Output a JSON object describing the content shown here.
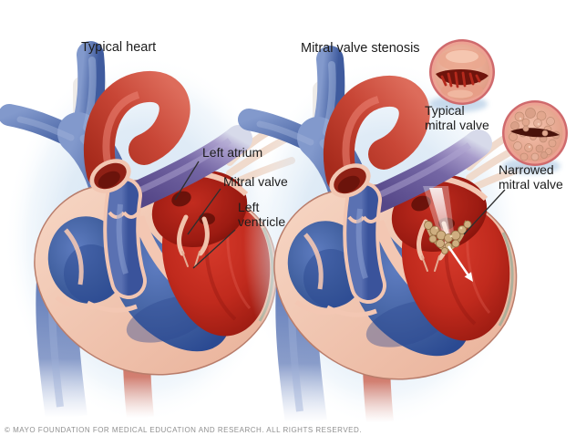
{
  "titles": {
    "left": "Typical heart",
    "right": "Mitral valve stenosis"
  },
  "labels": {
    "left_atrium": "Left atrium",
    "mitral_valve": "Mitral valve",
    "left_ventricle": "Left\nventricle",
    "typical_mitral_valve": "Typical\nmitral valve",
    "narrowed_mitral_valve": "Narrowed\nmitral valve"
  },
  "footer": {
    "copyright": "© MAYO FOUNDATION FOR MEDICAL EDUCATION AND RESEARCH. ALL RIGHTS RESERVED."
  },
  "colors": {
    "background": "#ffffff",
    "halo_blue": "#d5e5f3",
    "vessel_blue": "#45619f",
    "chamber_blue": "#3b589e",
    "chamber_red": "#b3231a",
    "aorta_red": "#c0392b",
    "pulmonary_purple": "#7466a4",
    "heart_wall_pink": "#f1c4ae",
    "wall_outline": "#b97d6b",
    "stenotic_valve_tan": "#cfae80",
    "label_text": "#1c1c1c",
    "copyright_text": "#8f8f8f"
  }
}
